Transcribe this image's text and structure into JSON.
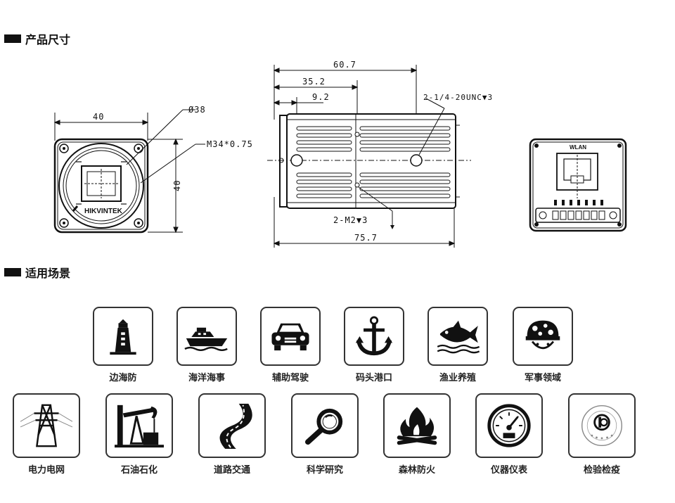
{
  "sections": {
    "dimensions": "产品尺寸",
    "applications": "适用场景"
  },
  "front_view": {
    "width": "40",
    "height": "40",
    "diameter": "Ø38",
    "thread": "M34*0.75",
    "brand": "HIKVINTEK"
  },
  "side_view": {
    "len_total_body": "60.7",
    "len_35": "35.2",
    "len_9": "9.2",
    "len_total": "75.7",
    "tripod": "2-1/4-20UNC▼3",
    "screw": "2-M2▼3"
  },
  "back_view": {
    "port": "WLAN"
  },
  "applications": [
    {
      "label": "边海防",
      "icon": "lighthouse-icon"
    },
    {
      "label": "海洋海事",
      "icon": "ship-icon"
    },
    {
      "label": "辅助驾驶",
      "icon": "car-icon"
    },
    {
      "label": "码头港口",
      "icon": "anchor-icon"
    },
    {
      "label": "渔业养殖",
      "icon": "fish-icon"
    },
    {
      "label": "军事领域",
      "icon": "helmet-icon"
    },
    {
      "label": "电力电网",
      "icon": "power-tower-icon"
    },
    {
      "label": "石油石化",
      "icon": "oil-pump-icon"
    },
    {
      "label": "道路交通",
      "icon": "road-icon"
    },
    {
      "label": "科学研究",
      "icon": "magnifier-icon"
    },
    {
      "label": "森林防火",
      "icon": "fire-icon"
    },
    {
      "label": "仪器仪表",
      "icon": "gauge-icon"
    },
    {
      "label": "检验检疫",
      "icon": "inspection-icon"
    }
  ]
}
